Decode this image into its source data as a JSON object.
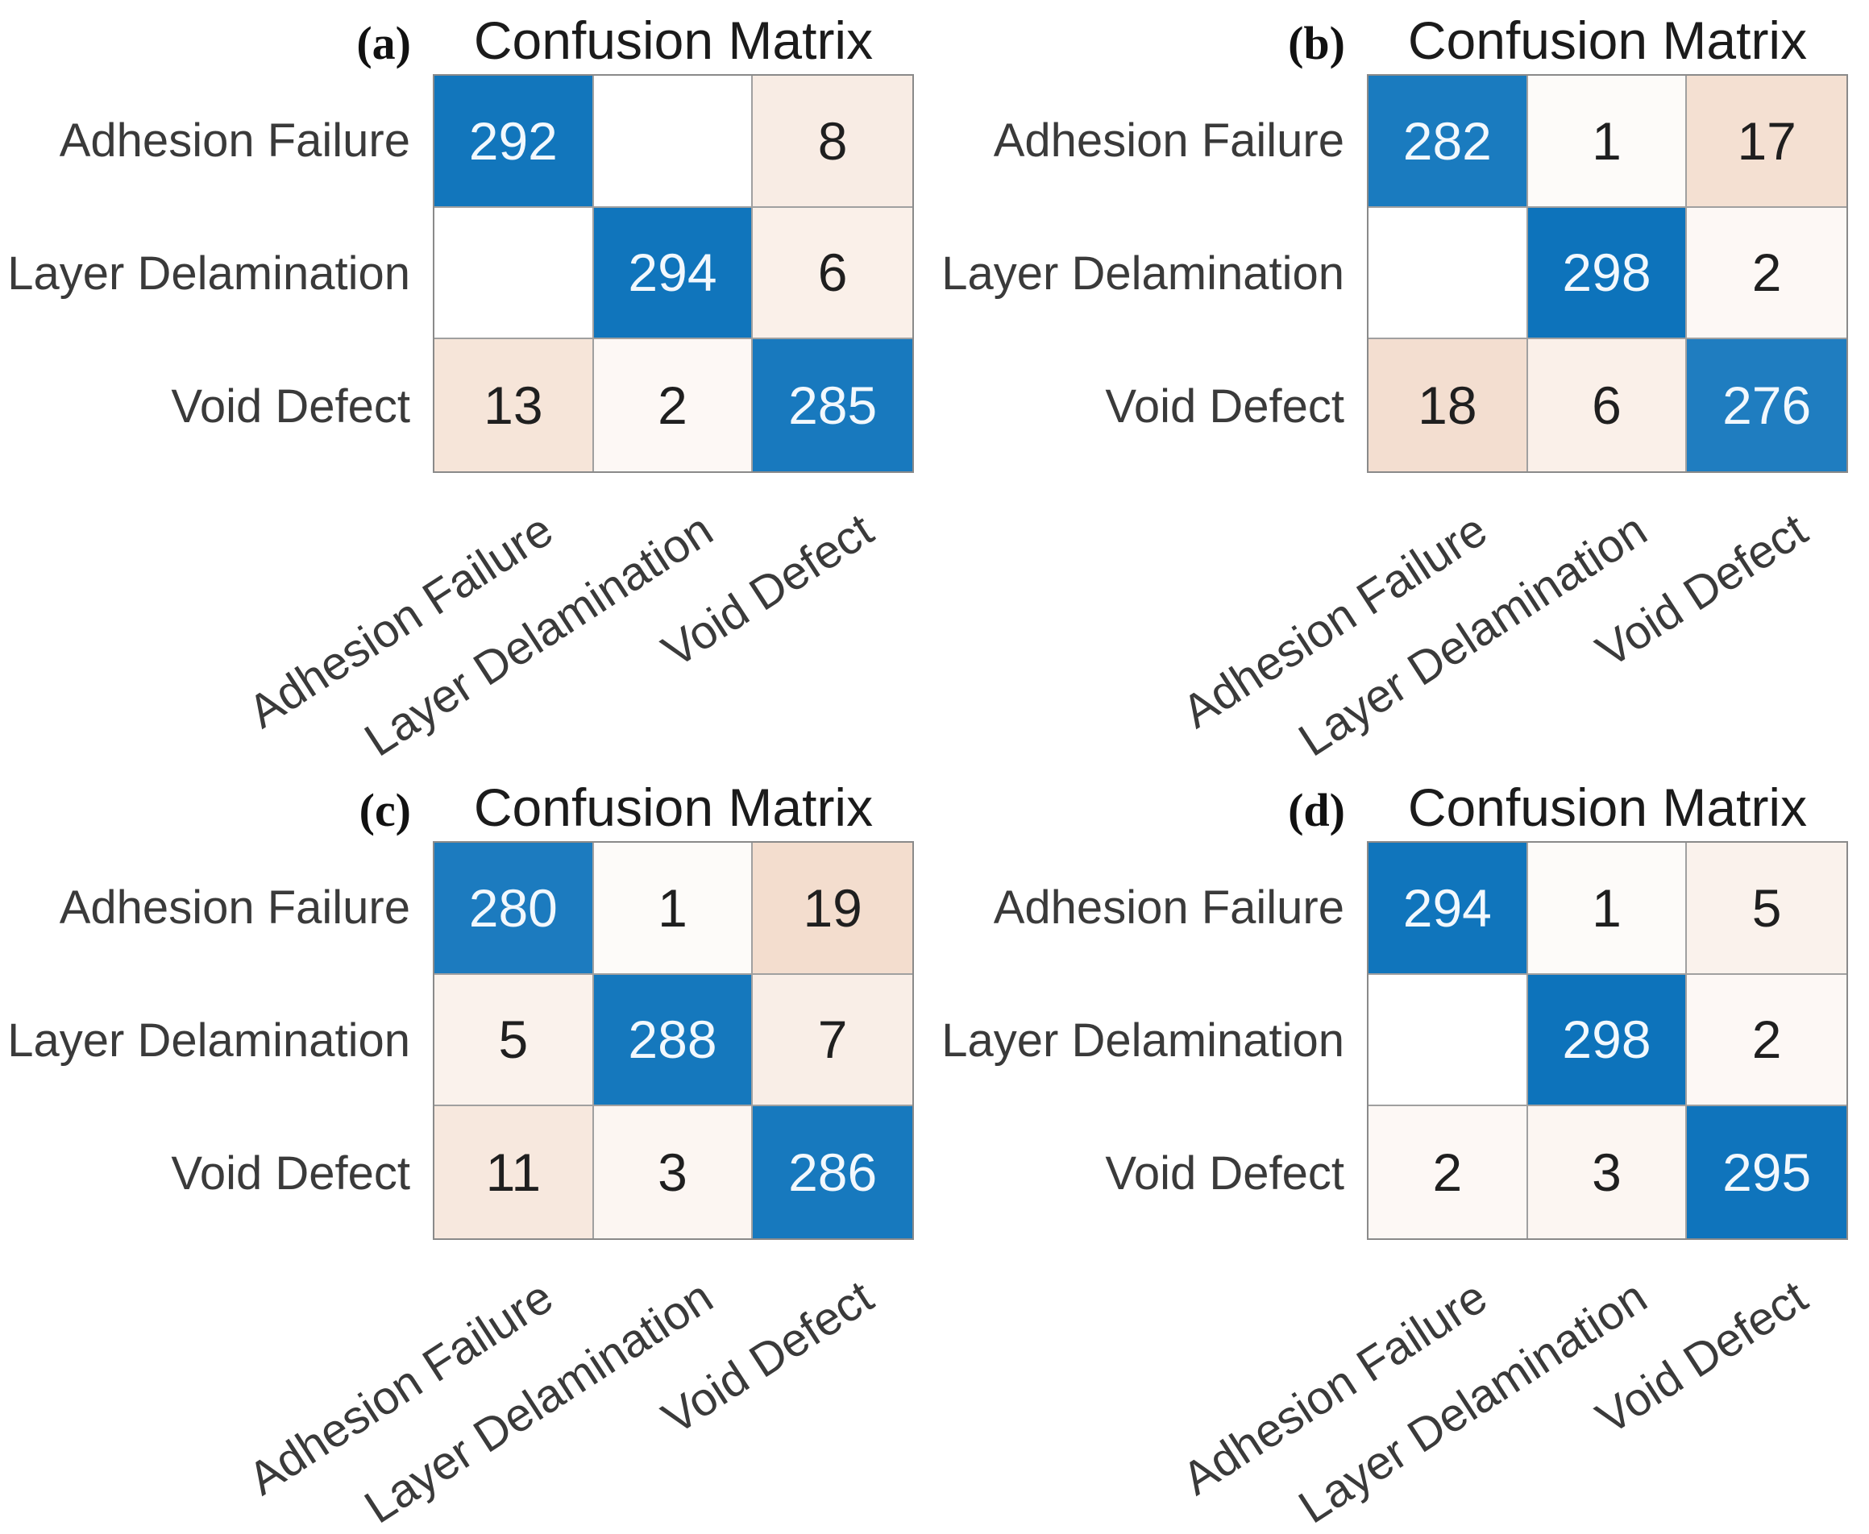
{
  "classes": [
    "Adhesion Failure",
    "Layer Delamination",
    "Void Defect"
  ],
  "panels": [
    {
      "letter": "(a)",
      "title": "Confusion Matrix",
      "row_labels": [
        "Adhesion Failure",
        "Layer Delamination",
        "Void Defect"
      ],
      "col_labels": [
        "Adhesion Failure",
        "Layer Delamination",
        "Void Defect"
      ],
      "cells": [
        [
          "292",
          "",
          "8"
        ],
        [
          "",
          "294",
          "6"
        ],
        [
          "13",
          "2",
          "285"
        ]
      ]
    },
    {
      "letter": "(b)",
      "title": "Confusion Matrix",
      "row_labels": [
        "Adhesion Failure",
        "Layer Delamination",
        "Void Defect"
      ],
      "col_labels": [
        "Adhesion Failure",
        "Layer Delamination",
        "Void Defect"
      ],
      "cells": [
        [
          "282",
          "1",
          "17"
        ],
        [
          "",
          "298",
          "2"
        ],
        [
          "18",
          "6",
          "276"
        ]
      ]
    },
    {
      "letter": "(c)",
      "title": "Confusion Matrix",
      "row_labels": [
        "Adhesion Failure",
        "Layer Delamination",
        "Void Defect"
      ],
      "col_labels": [
        "Adhesion Failure",
        "Layer Delamination",
        "Void Defect"
      ],
      "cells": [
        [
          "280",
          "1",
          "19"
        ],
        [
          "5",
          "288",
          "7"
        ],
        [
          "11",
          "3",
          "286"
        ]
      ]
    },
    {
      "letter": "(d)",
      "title": "Confusion Matrix",
      "row_labels": [
        "Adhesion Failure",
        "Layer Delamination",
        "Void Defect"
      ],
      "col_labels": [
        "Adhesion Failure",
        "Layer Delamination",
        "Void Defect"
      ],
      "cells": [
        [
          "294",
          "1",
          "5"
        ],
        [
          "",
          "298",
          "2"
        ],
        [
          "2",
          "3",
          "295"
        ]
      ]
    }
  ],
  "chart_data": [
    {
      "type": "heatmap",
      "panel": "(a)",
      "title": "Confusion Matrix",
      "rows": [
        "Adhesion Failure",
        "Layer Delamination",
        "Void Defect"
      ],
      "columns": [
        "Adhesion Failure",
        "Layer Delamination",
        "Void Defect"
      ],
      "values": [
        [
          292,
          0,
          8
        ],
        [
          0,
          294,
          6
        ],
        [
          13,
          2,
          285
        ]
      ],
      "zero_cells_blank": true,
      "diagonal_colormap": "blue",
      "off_diagonal_colormap": "peach"
    },
    {
      "type": "heatmap",
      "panel": "(b)",
      "title": "Confusion Matrix",
      "rows": [
        "Adhesion Failure",
        "Layer Delamination",
        "Void Defect"
      ],
      "columns": [
        "Adhesion Failure",
        "Layer Delamination",
        "Void Defect"
      ],
      "values": [
        [
          282,
          1,
          17
        ],
        [
          0,
          298,
          2
        ],
        [
          18,
          6,
          276
        ]
      ],
      "zero_cells_blank": true,
      "diagonal_colormap": "blue",
      "off_diagonal_colormap": "peach"
    },
    {
      "type": "heatmap",
      "panel": "(c)",
      "title": "Confusion Matrix",
      "rows": [
        "Adhesion Failure",
        "Layer Delamination",
        "Void Defect"
      ],
      "columns": [
        "Adhesion Failure",
        "Layer Delamination",
        "Void Defect"
      ],
      "values": [
        [
          280,
          1,
          19
        ],
        [
          5,
          288,
          7
        ],
        [
          11,
          3,
          286
        ]
      ],
      "zero_cells_blank": true,
      "diagonal_colormap": "blue",
      "off_diagonal_colormap": "peach"
    },
    {
      "type": "heatmap",
      "panel": "(d)",
      "title": "Confusion Matrix",
      "rows": [
        "Adhesion Failure",
        "Layer Delamination",
        "Void Defect"
      ],
      "columns": [
        "Adhesion Failure",
        "Layer Delamination",
        "Void Defect"
      ],
      "values": [
        [
          294,
          1,
          5
        ],
        [
          0,
          298,
          2
        ],
        [
          2,
          3,
          295
        ]
      ],
      "zero_cells_blank": true,
      "diagonal_colormap": "blue",
      "off_diagonal_colormap": "peach"
    }
  ],
  "colors": {
    "diagonal_max": "#0d73bb",
    "off_diagonal_max": "#f3ddce",
    "zero_cell": "#ffffff",
    "grid_line": "#a0a0a0",
    "grid_border": "#8a8a8a",
    "title_text": "#1b1b1b",
    "axis_label_text": "#3a3a3a",
    "value_on_dark": "#f2f8fd",
    "value_on_light": "#1f1f1f",
    "page_background": "#ffffff"
  }
}
